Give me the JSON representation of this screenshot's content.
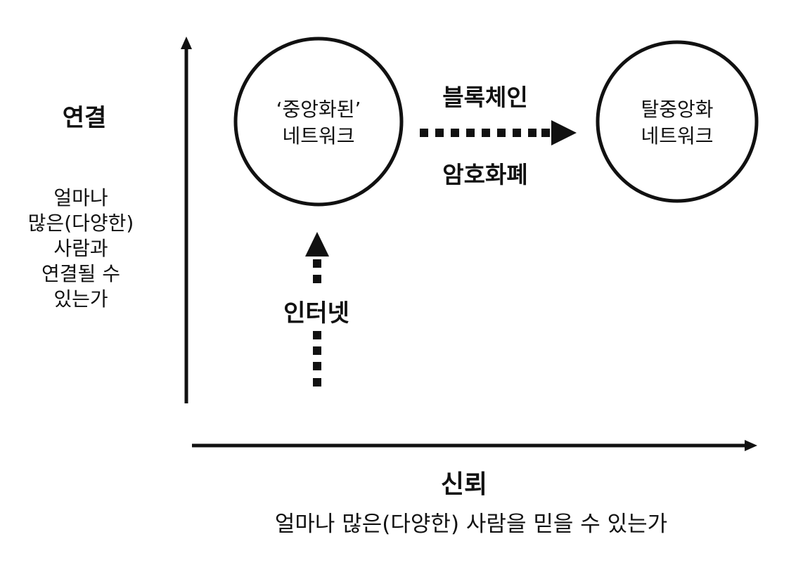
{
  "axes": {
    "y": {
      "title": "연결",
      "description": [
        "얼마나",
        "많은(다양한)",
        "사람과",
        "연결될 수",
        "있는가"
      ]
    },
    "x": {
      "title": "신뢰",
      "description": "얼마나 많은(다양한) 사람을 믿을 수 있는가"
    }
  },
  "nodes": [
    {
      "id": "centralized",
      "lines": [
        "‘중앙화된’",
        "네트워크"
      ]
    },
    {
      "id": "decentralized",
      "lines": [
        "탈중앙화",
        "네트워크"
      ]
    }
  ],
  "arrows": {
    "horizontal": {
      "label_top": "블록체인",
      "label_bottom": "암호화폐"
    },
    "vertical": {
      "label": "인터넷"
    }
  },
  "colors": {
    "stroke": "#111111",
    "background": "#ffffff"
  }
}
